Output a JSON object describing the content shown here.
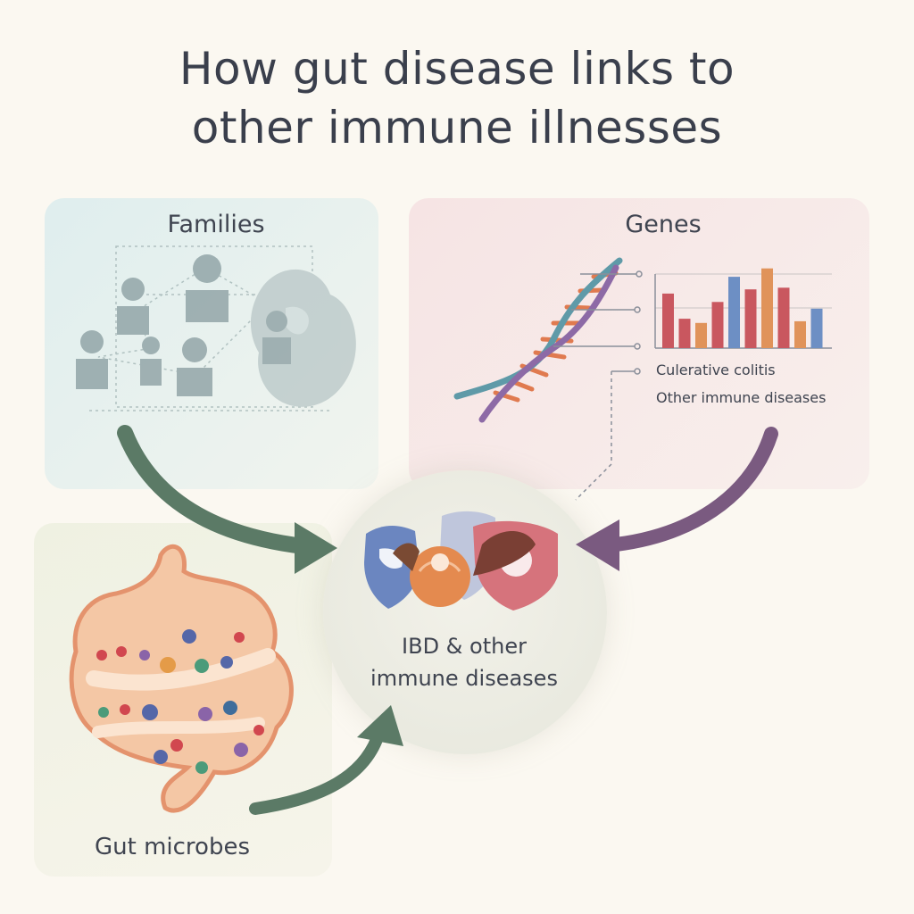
{
  "title": {
    "line1": "How gut disease links to",
    "line2": "other immune illnesses"
  },
  "panels": {
    "families": {
      "label": "Families",
      "icon": "family-tree-icon"
    },
    "genes": {
      "label": "Genes",
      "icon": "dna-helix-icon",
      "legend": [
        "Culerative colitis",
        "Other immune diseases"
      ]
    },
    "microbes": {
      "label": "Gut microbes",
      "icon": "gut-microbes-icon"
    }
  },
  "hub": {
    "line1": "IBD & other",
    "line2": "immune diseases",
    "icon": "immune-shields-icon"
  },
  "colors": {
    "families_arrow": "#5b7a66",
    "genes_arrow": "#7a5a80",
    "microbes_arrow": "#5b7a66",
    "bar_red": "#c9575f",
    "bar_orange": "#e0935a",
    "bar_blue": "#6d8fc4",
    "bar_purple": "#7f6aa0"
  },
  "chart_data": {
    "type": "bar",
    "values": [
      6.5,
      3.5,
      3,
      5.5,
      8.5,
      7,
      9.5,
      7.2,
      3.2,
      4.7
    ],
    "colors": [
      "#c9575f",
      "#c9575f",
      "#e0935a",
      "#c9575f",
      "#6d8fc4",
      "#c9575f",
      "#e0935a",
      "#c9575f",
      "#e0935a",
      "#6d8fc4"
    ],
    "ylim": [
      0,
      10
    ]
  }
}
